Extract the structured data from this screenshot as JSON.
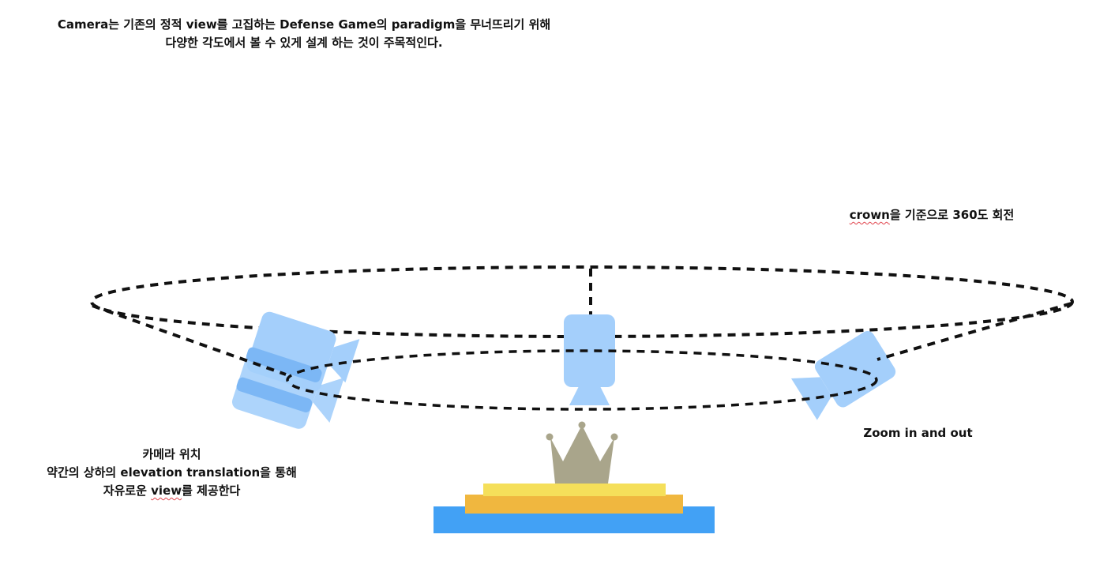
{
  "notes": {
    "top_line1": "Camera는 기존의 정적 view를 고집하는 Defense Game의 paradigm을 무너뜨리기 위해",
    "top_line2": "다양한 각도에서 볼 수 있게 설계 하는 것이 주목적인다.",
    "rotate_keyword": "crown",
    "rotate_rest": "을 기준으로 360도 회전",
    "zoom": "Zoom in and out",
    "camera_line1": "카메라 위치",
    "camera_line2": "약간의 상하의 elevation translation을 통해",
    "camera_line3_pre": "자유로운 ",
    "camera_line3_keyword": "view",
    "camera_line3_post": "를 제공한다"
  },
  "icons": [
    "camera-icon",
    "crown-icon",
    "pedestal-icon"
  ],
  "colors": {
    "camera": "#a4cffb",
    "camera_dark": "#7cb7f5",
    "crown": "#a9a58b",
    "pedestal_top": "#f5df5a",
    "pedestal_mid": "#f0b73f",
    "pedestal_base": "#42a1f5",
    "dashes": "#111111",
    "spellcheck_underline": "#e0414a"
  }
}
